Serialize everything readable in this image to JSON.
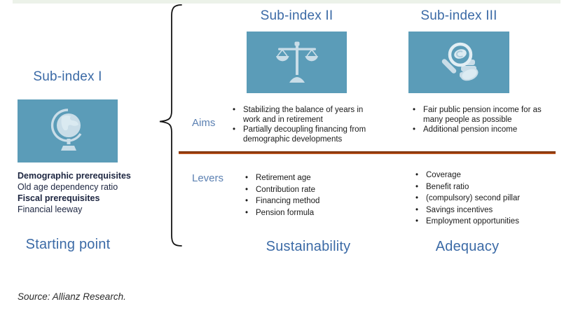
{
  "row_labels": {
    "aims": "Aims",
    "levers": "Levers"
  },
  "columns": {
    "sub1": {
      "title": "Sub-index I",
      "icon": "globe-icon",
      "items": [
        {
          "text": "Demographic prerequisites",
          "bold": true
        },
        {
          "text": "Old age dependency ratio",
          "bold": false
        },
        {
          "text": "Fiscal prerequisites",
          "bold": true
        },
        {
          "text": "Financial leeway",
          "bold": false
        }
      ],
      "footer": "Starting point"
    },
    "sub2": {
      "title": "Sub-index II",
      "icon": "balance-scale-icon",
      "aims": [
        "Stabilizing the balance of years in work and in retirement",
        "Partially decoupling financing from demographic developments"
      ],
      "levers": [
        "Retirement age",
        "Contribution rate",
        "Financing method",
        "Pension formula"
      ],
      "footer": "Sustainability"
    },
    "sub3": {
      "title": "Sub-index III",
      "icon": "magnifier-coins-icon",
      "aims": [
        "Fair public pension income for as many people as possible",
        "Additional pension income"
      ],
      "levers": [
        "Coverage",
        "Benefit ratio",
        "(compulsory) second pillar",
        "Savings incentives",
        "Employment opportunities"
      ],
      "footer": "Adequacy"
    }
  },
  "source_note": "Source: Allianz Research.",
  "colors": {
    "icon_box_blue": "#5b9cb8",
    "icon_light_blue": "#c9dde8",
    "heading_blue": "#3b6aa6",
    "row_label_blue": "#5b80b2",
    "divider_orange": "#b3511c",
    "top_strip_green": "#ecf2e9"
  }
}
